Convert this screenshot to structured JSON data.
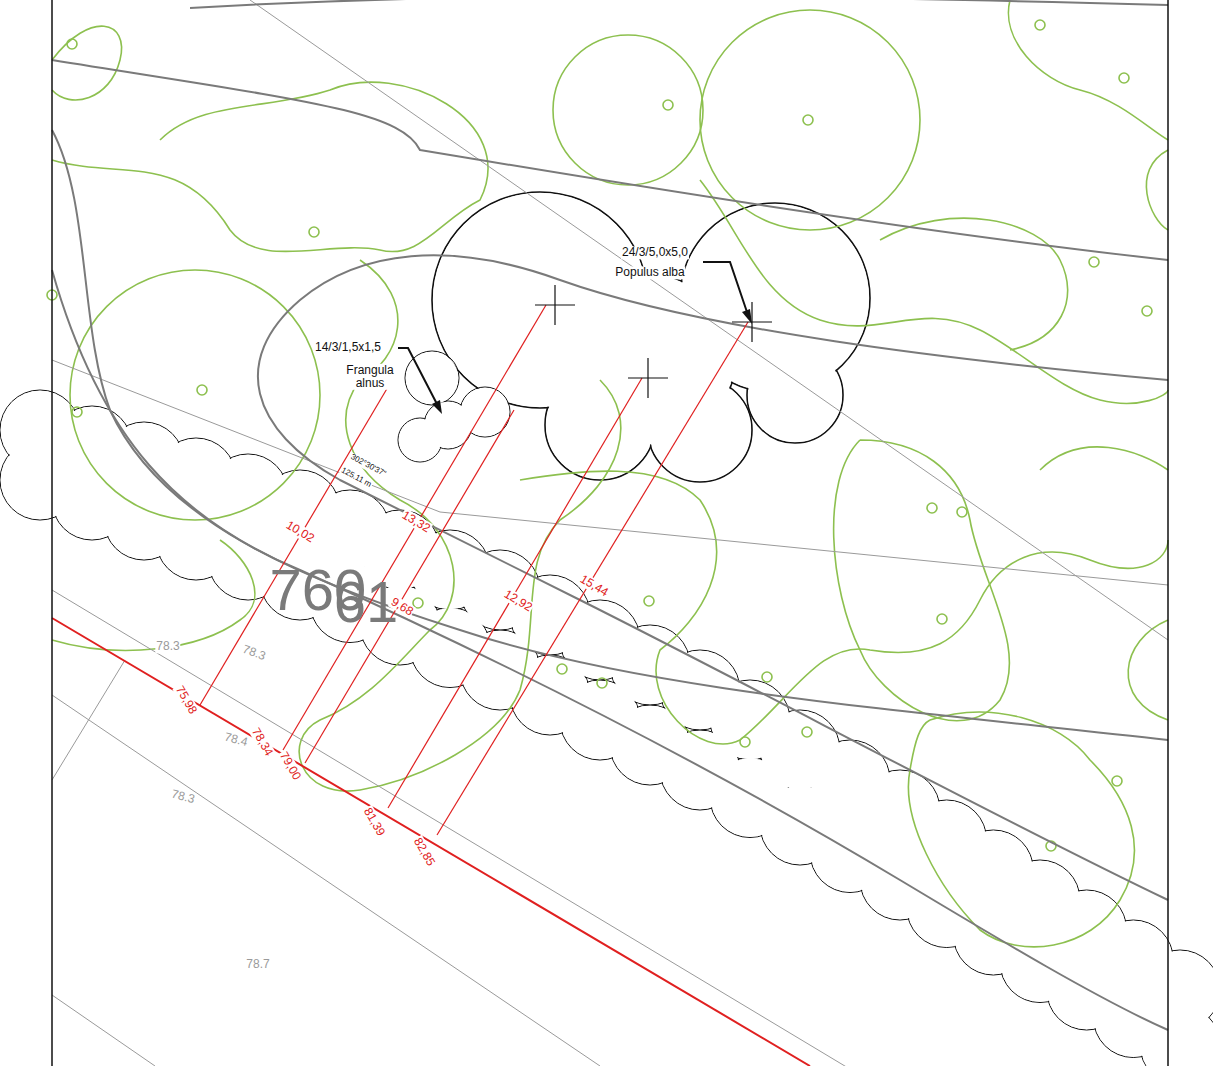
{
  "diagram": {
    "labels": [
      "24/3/5,0x5,0",
      "Populus alba",
      "14/3/1,5x1,5",
      "Frangula alnus",
      "302°30'37\"",
      "125.11 m",
      "10,02",
      "13,32",
      "9,68",
      "12,92",
      "15,44",
      "75,98",
      "78,34",
      "79,00",
      "81,39",
      "82,85",
      "760",
      "61",
      "78.3",
      "78.3",
      "78.4",
      "78.3",
      "78.7"
    ]
  }
}
